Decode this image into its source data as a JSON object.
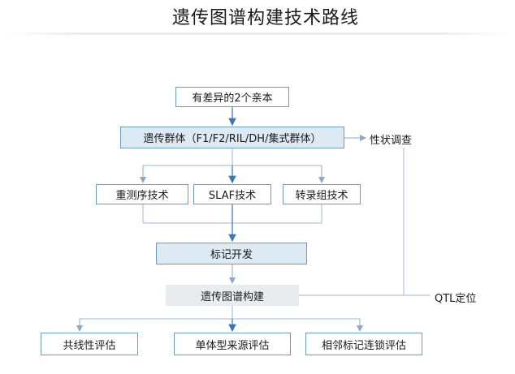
{
  "title": "遗传图谱构建技术路线",
  "nodes": {
    "parents": "有差异的2个亲本",
    "population": "遗传群体（F1/F2/RIL/DH/集式群体）",
    "reseq": "重测序技术",
    "slaf": "SLAF技术",
    "transcriptome": "转录组技术",
    "marker": "标记开发",
    "mapping": "遗传图谱构建",
    "collinearity": "共线性评估",
    "haplotype": "单体型来源评估",
    "linkage": "相邻标记连锁评估"
  },
  "side_labels": {
    "trait": "性状调查",
    "qtl": "QTL定位"
  },
  "colors": {
    "border": "#6f9bbd",
    "blue_fill": "#dde9f3",
    "gray_fill": "#e8ecef",
    "connector": "#9fb7cc",
    "arrow": "#3a78b5"
  }
}
